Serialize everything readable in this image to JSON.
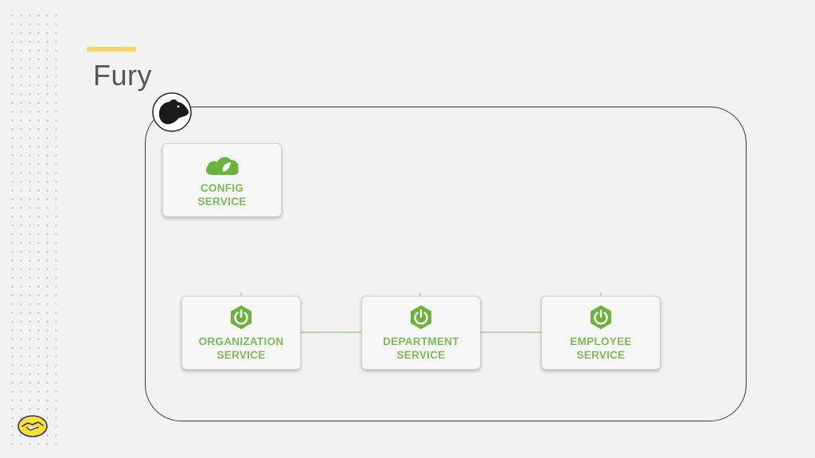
{
  "slide": {
    "title": "Fury",
    "accent_color": "#f7d56a",
    "text_color": "#555555"
  },
  "diagram": {
    "frame_badge_icon": "bear-head-icon",
    "service_color": "#7dbb58",
    "nodes": {
      "config": {
        "line1": "CONFIG",
        "line2": "SERVICE",
        "icon": "spring-cloud-icon"
      },
      "organization": {
        "line1": "ORGANIZATION",
        "line2": "SERVICE",
        "icon": "spring-power-icon"
      },
      "department": {
        "line1": "DEPARTMENT",
        "line2": "SERVICE",
        "icon": "spring-power-icon"
      },
      "employee": {
        "line1": "EMPLOYEE",
        "line2": "SERVICE",
        "icon": "spring-power-icon"
      }
    },
    "edges": [
      {
        "from": "organization",
        "to": "department"
      },
      {
        "from": "department",
        "to": "employee"
      }
    ]
  },
  "footer": {
    "logo_icon": "handshake-logo-icon",
    "logo_color": "#fde032"
  }
}
